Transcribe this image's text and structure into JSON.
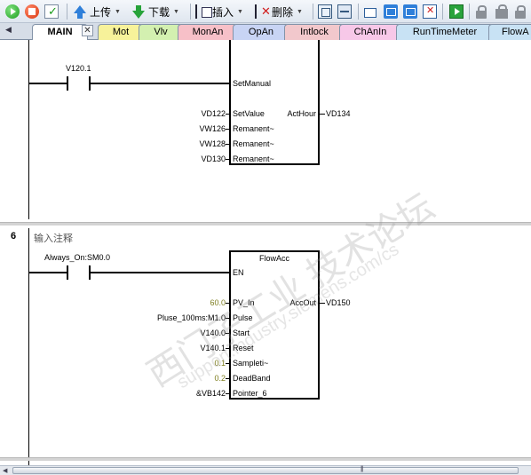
{
  "toolbar": {
    "upload_label": "上传",
    "download_label": "下载",
    "insert_label": "插入",
    "delete_label": "删除"
  },
  "tabs": [
    {
      "label": "MAIN",
      "color": "#ffffff"
    },
    {
      "label": "Mot",
      "color": "#f7f29a"
    },
    {
      "label": "Vlv",
      "color": "#d3f0b0"
    },
    {
      "label": "MonAn",
      "color": "#f7c0c8"
    },
    {
      "label": "OpAn",
      "color": "#c8d4f4"
    },
    {
      "label": "Intlock",
      "color": "#f2c8cc"
    },
    {
      "label": "ChAnIn",
      "color": "#f7c8e8"
    },
    {
      "label": "RunTimeMeter",
      "color": "#c8e2f4"
    },
    {
      "label": "FlowA",
      "color": "#c8e2f4"
    }
  ],
  "network5": {
    "contact": "V120.1",
    "block": {
      "title": "",
      "inputs": [
        {
          "pin": "SetManual",
          "operand": ""
        },
        {
          "pin": "SetValue",
          "operand": "VD122"
        },
        {
          "pin": "Remanent~",
          "operand": "VW126"
        },
        {
          "pin": "Remanent~",
          "operand": "VW128"
        },
        {
          "pin": "Remanent~",
          "operand": "VD130"
        }
      ],
      "outputs": [
        {
          "pin": "ActHour",
          "operand": "VD134"
        }
      ]
    }
  },
  "network6": {
    "number": "6",
    "comment": "输入注释",
    "contact": "Always_On:SM0.0",
    "block": {
      "title": "FlowAcc",
      "inputs": [
        {
          "pin": "EN",
          "operand": "",
          "constant": false
        },
        {
          "pin": "PV_In",
          "operand": "60.0",
          "constant": true
        },
        {
          "pin": "Pulse",
          "operand": "Pluse_100ms:M1.0",
          "constant": false
        },
        {
          "pin": "Start",
          "operand": "V140.0",
          "constant": false
        },
        {
          "pin": "Reset",
          "operand": "V140.1",
          "constant": false
        },
        {
          "pin": "Sampleti~",
          "operand": "0.1",
          "constant": true
        },
        {
          "pin": "DeadBand",
          "operand": "0.2",
          "constant": true
        },
        {
          "pin": "Pointer_6",
          "operand": "&VB142",
          "constant": false
        }
      ],
      "outputs": [
        {
          "pin": "AccOut",
          "operand": "VD150"
        }
      ]
    }
  },
  "watermark": {
    "line1": "西门子工业  技术论坛",
    "line2": "support.industry.siemens.com/cs"
  }
}
